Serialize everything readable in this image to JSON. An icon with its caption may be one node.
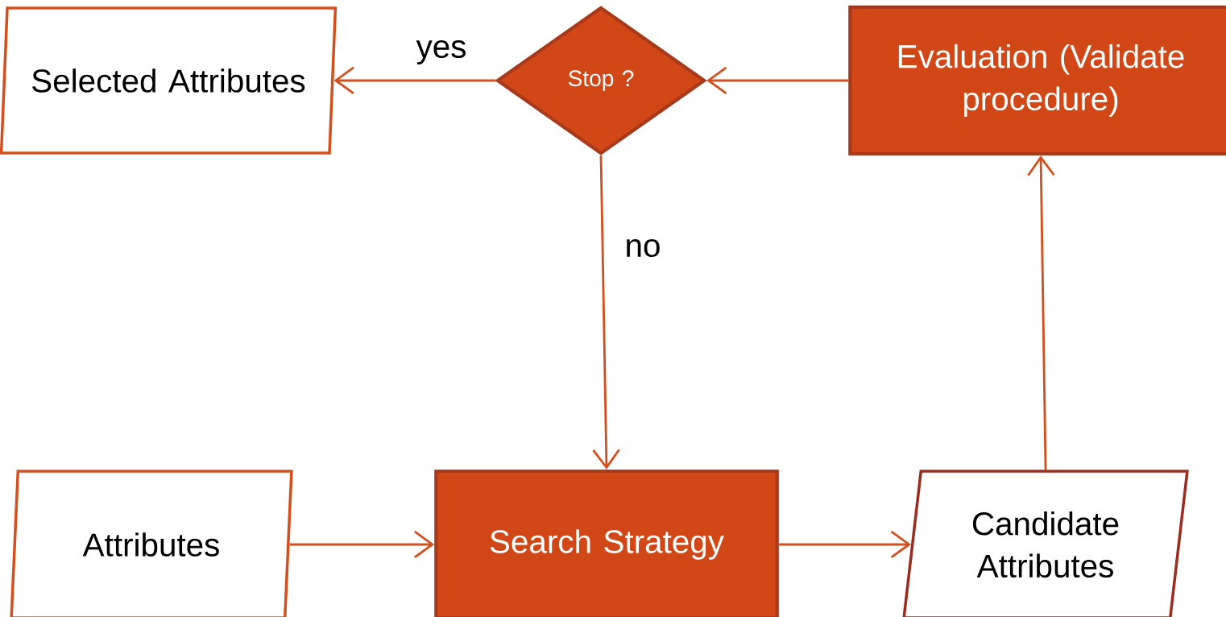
{
  "diagram": {
    "nodes": [
      {
        "text": [
          "Selected Attributes"
        ]
      },
      {
        "text": [
          "Stop ?"
        ]
      },
      {
        "text": [
          "Evaluation (Validate procedure)"
        ]
      },
      {
        "text": [
          "Attributes"
        ]
      },
      {
        "text": [
          "Search Strategy"
        ]
      },
      {
        "text": [
          "Candidate Attributes"
        ]
      }
    ],
    "edges": [
      {
        "from": 2,
        "to": 1,
        "arrow": "to"
      },
      {
        "from": 1,
        "to": 0,
        "arrow": "to",
        "label": "yes"
      },
      {
        "from": 1,
        "to": 4,
        "arrow": "to",
        "label": "no"
      },
      {
        "from": 3,
        "to": 4,
        "arrow": "to"
      },
      {
        "from": 4,
        "to": 5,
        "arrow": "to"
      },
      {
        "from": 5,
        "to": 2,
        "arrow": "to"
      }
    ]
  }
}
